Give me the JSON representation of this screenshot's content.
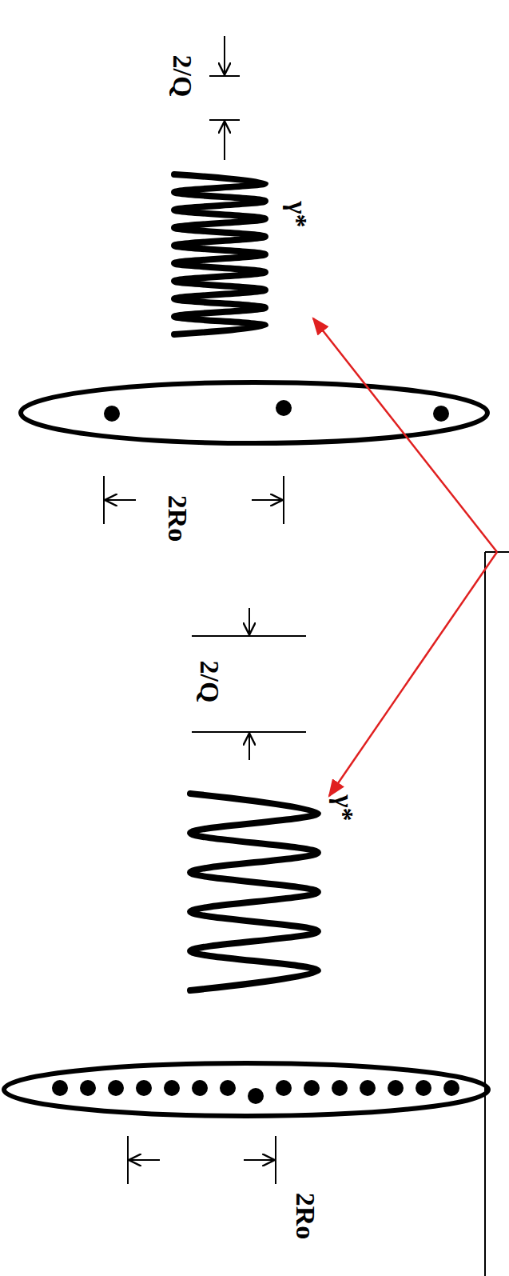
{
  "diagram": {
    "labels": [
      "2/Q",
      "γ*",
      "2Ro",
      "2/Q",
      "γ*",
      "2Ro"
    ]
  }
}
